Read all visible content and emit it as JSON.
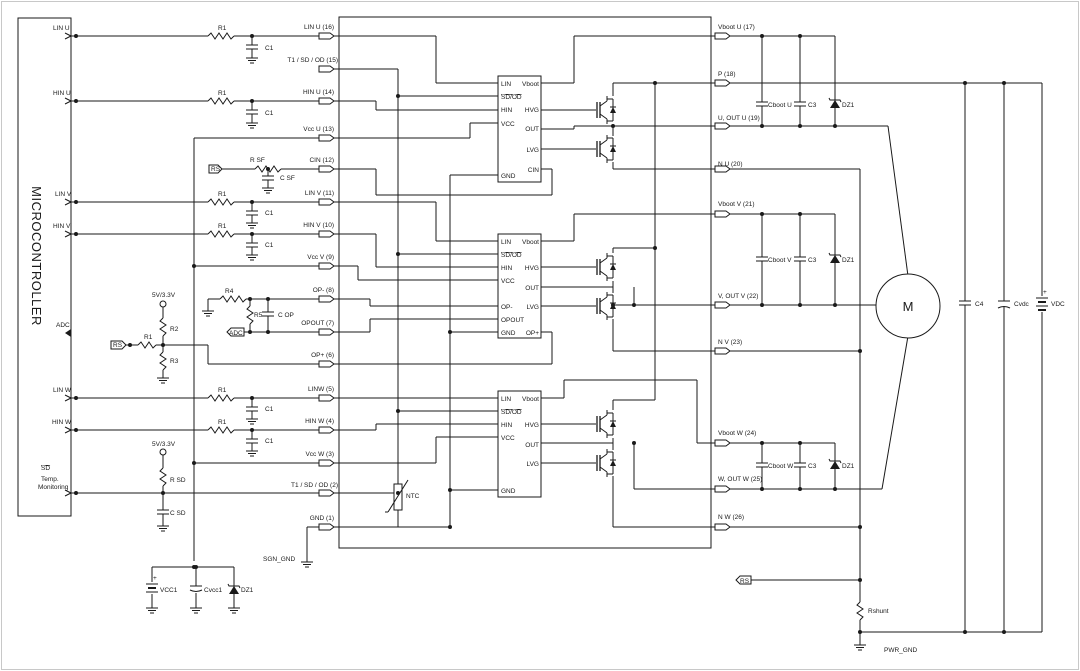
{
  "mcu": {
    "name": "MICROCONTROLLER",
    "pins": [
      "LIN U",
      "HIN U",
      "LIN V",
      "HIN V",
      "ADC",
      "LIN W",
      "HIN W"
    ],
    "sd_label": "SD",
    "sd_sub1": "Temp.",
    "sd_sub2": "Monitoring"
  },
  "module_pins_left": [
    "LIN U (16)",
    "T1 / SD / OD (15)",
    "HIN U (14)",
    "Vcc U (13)",
    "CIN (12)",
    "LIN V (11)",
    "HIN V (10)",
    "Vcc V (9)",
    "OP- (8)",
    "OPOUT (7)",
    "OP+ (6)",
    "LINW (5)",
    "HIN W (4)",
    "Vcc W (3)",
    "T1 / SD / OD (2)",
    "GND (1)"
  ],
  "module_pins_right": [
    "Vboot U (17)",
    "P (18)",
    "U, OUT U (19)",
    "N U (20)",
    "Vboot V (21)",
    "V, OUT V (22)",
    "N V (23)",
    "Vboot W (24)",
    "W, OUT W (25)",
    "N W (26)"
  ],
  "driver_u": {
    "left": [
      "LIN",
      "SD/OD",
      "HIN",
      "VCC",
      "GND"
    ],
    "right": [
      "Vboot",
      "HVG",
      "OUT",
      "LVG",
      "CIN"
    ]
  },
  "driver_v": {
    "left": [
      "LIN",
      "SD/OD",
      "HIN",
      "VCC",
      "OP-",
      "OPOUT",
      "GND"
    ],
    "right": [
      "Vboot",
      "HVG",
      "OUT",
      "LVG",
      "OP+"
    ]
  },
  "driver_w": {
    "left": [
      "LIN",
      "SD/OD",
      "HIN",
      "VCC",
      "GND"
    ],
    "right": [
      "Vboot",
      "HVG",
      "OUT",
      "LVG"
    ]
  },
  "components": {
    "r1": "R1",
    "c1": "C1",
    "rsf": "R SF",
    "csf": "C SF",
    "rs": "RS",
    "supply": "5V/3.3V",
    "r2": "R2",
    "r3": "R3",
    "r4": "R4",
    "r5": "R5",
    "cop": "C OP",
    "adc": "ADC",
    "rsd": "R SD",
    "csd": "C SD",
    "ntc": "NTC",
    "sgn_gnd": "SGN_GND",
    "vcc1": "VCC1",
    "cvcc1": "Cvcc1",
    "dz1": "DZ1",
    "cboot_u": "Cboot U",
    "cboot_v": "Cboot V",
    "cboot_w": "Cboot W",
    "c3": "C3",
    "c4": "C4",
    "cvdc": "Cvdc",
    "vdc": "VDC",
    "motor": "M",
    "rshunt": "Rshunt",
    "pwr_gnd": "PWR_GND"
  }
}
